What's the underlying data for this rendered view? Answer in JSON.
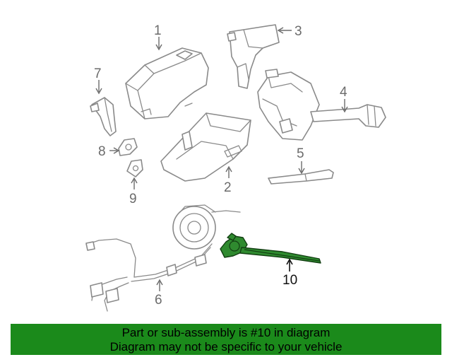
{
  "diagram": {
    "callouts": [
      {
        "number": "1",
        "highlighted": false
      },
      {
        "number": "2",
        "highlighted": false
      },
      {
        "number": "3",
        "highlighted": false
      },
      {
        "number": "4",
        "highlighted": false
      },
      {
        "number": "5",
        "highlighted": false
      },
      {
        "number": "6",
        "highlighted": false
      },
      {
        "number": "7",
        "highlighted": false
      },
      {
        "number": "8",
        "highlighted": false
      },
      {
        "number": "9",
        "highlighted": false
      },
      {
        "number": "10",
        "highlighted": true
      }
    ],
    "highlight_color": "#1b8a1b",
    "part_outline_color": "#8a8a8a"
  },
  "banner": {
    "line1": "Part or sub-assembly is #10 in diagram",
    "line2": "Diagram may not be specific to your vehicle",
    "background_color": "#1b8a1b"
  }
}
